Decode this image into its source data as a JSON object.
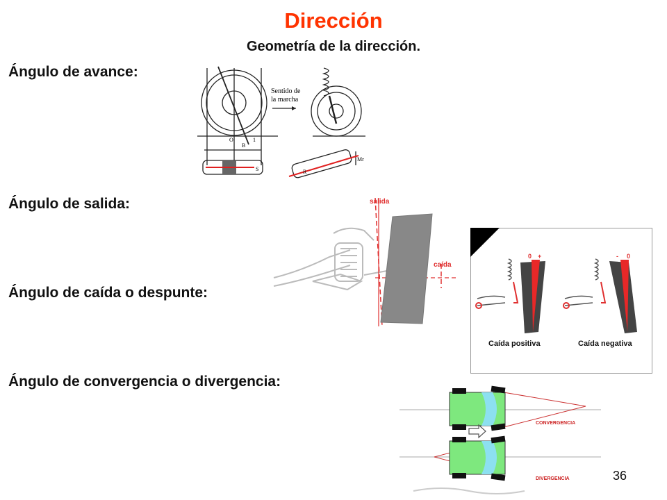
{
  "header": {
    "title": "Dirección",
    "subtitle": "Geometría de la dirección."
  },
  "labels": {
    "avance": "Ángulo de avance:",
    "salida": "Ángulo de salida:",
    "caida": "Ángulo de caída o despunte:",
    "convergencia": "Ángulo de convergencia o divergencia:"
  },
  "avance_fig": {
    "direction_line1": "Sentido de",
    "direction_line2": "la marcha",
    "label_o": "O",
    "label_b": "B",
    "label_1": "1",
    "label_s": "S",
    "label_r": "R",
    "label_mr": "Mr"
  },
  "salida_fig": {
    "salida": "salida",
    "caida": "caída"
  },
  "camber_fig": {
    "positive": "Caída positiva",
    "negative": "Caída negativa",
    "zero": "0",
    "plus": "+",
    "minus": "-"
  },
  "toe_fig": {
    "convergencia": "CONVERGENCIA",
    "divergencia": "DIVERGENCIA"
  },
  "page_number": "36"
}
